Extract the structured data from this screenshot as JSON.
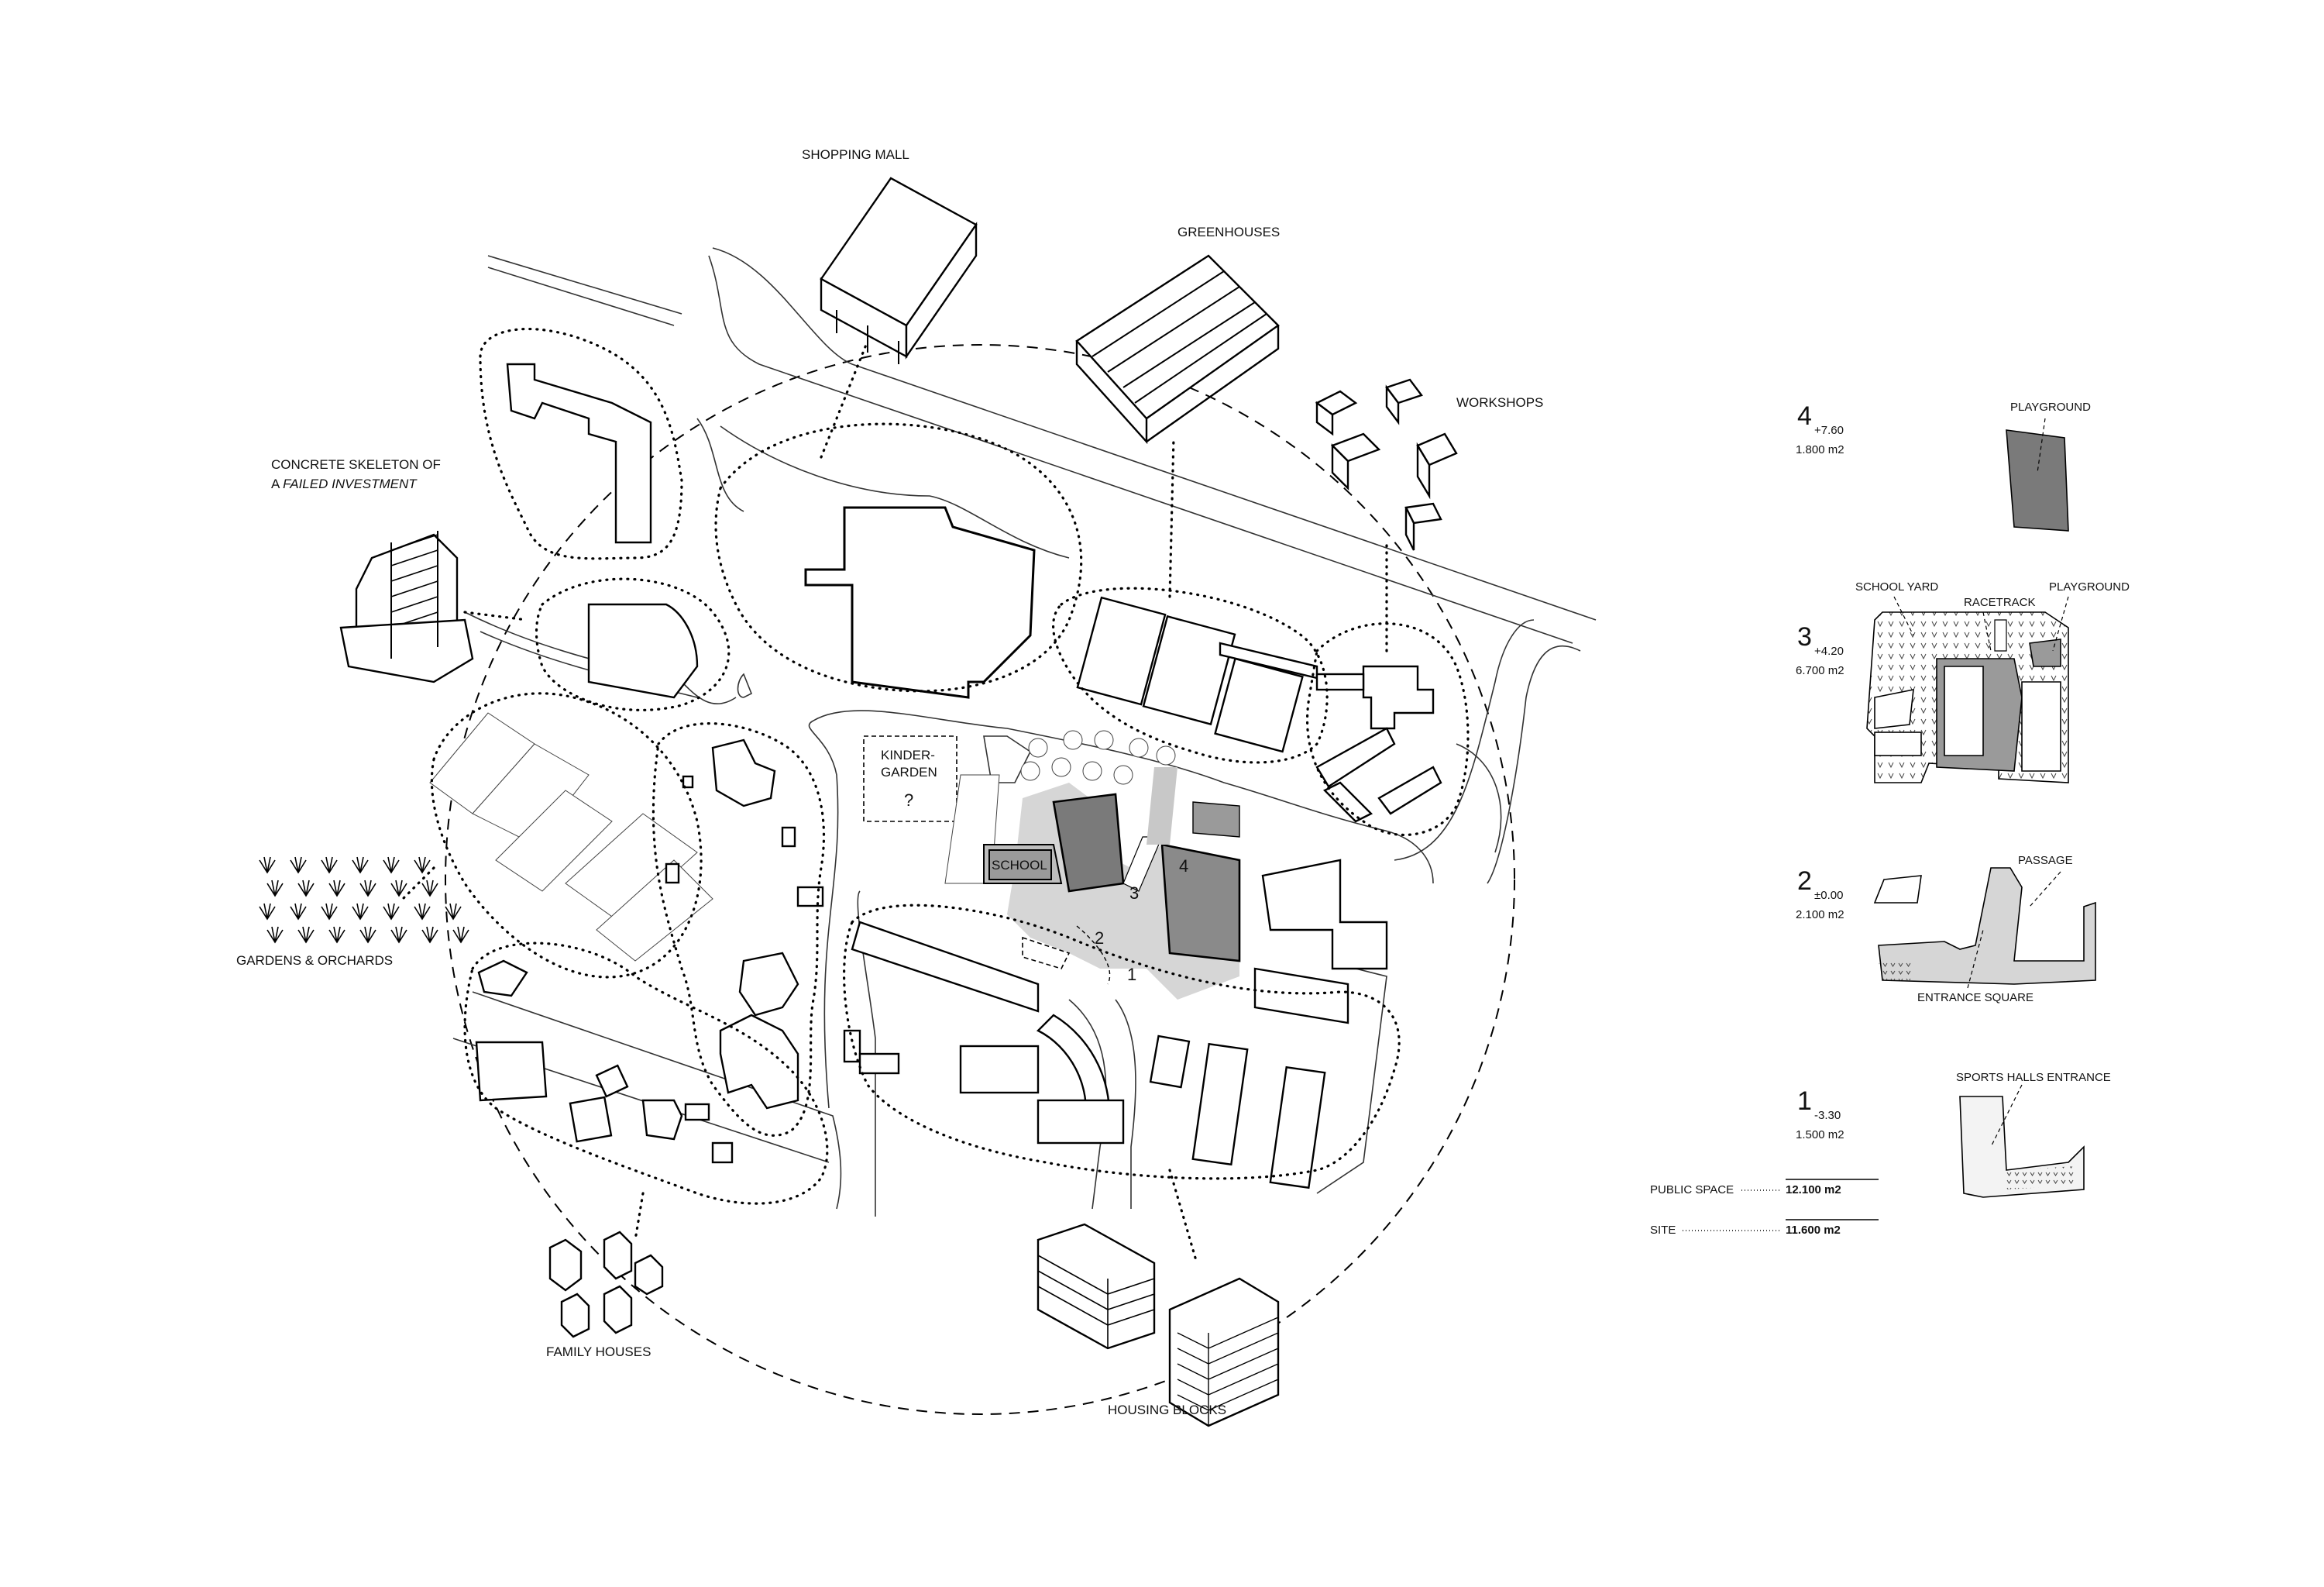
{
  "labels": {
    "shopping_mall": "SHOPPING MALL",
    "greenhouses": "GREENHOUSES",
    "workshops": "WORKSHOPS",
    "concrete_line1": "CONCRETE SKELETON OF",
    "concrete_line2_prefix": "A ",
    "concrete_line2_italic": "FAILED INVESTMENT",
    "gardens": "GARDENS & ORCHARDS",
    "family_houses": "FAMILY HOUSES",
    "housing_blocks": "HOUSING BLOCKS",
    "kindergarden_1": "KINDER-",
    "kindergarden_2": "GARDEN",
    "kindergarden_q": "?",
    "school": "SCHOOL",
    "marker_1": "1",
    "marker_2": "2",
    "marker_3": "3",
    "marker_4": "4"
  },
  "legend": {
    "levels": [
      {
        "number": "4",
        "elevation": "+7.60",
        "area": "1.800 m2",
        "zones": [
          "PLAYGROUND"
        ]
      },
      {
        "number": "3",
        "elevation": "+4.20",
        "area": "6.700 m2",
        "zones": [
          "SCHOOL YARD",
          "RACETRACK",
          "PLAYGROUND"
        ]
      },
      {
        "number": "2",
        "elevation": "±0.00",
        "area": "2.100 m2",
        "zones": [
          "PASSAGE",
          "ENTRANCE SQUARE"
        ]
      },
      {
        "number": "1",
        "elevation": "-3.30",
        "area": "1.500 m2",
        "zones": [
          "SPORTS HALLS ENTRANCE"
        ]
      }
    ],
    "summary": {
      "public_space_label": "PUBLIC SPACE",
      "public_space_value": "12.100 m2",
      "site_label": "SITE",
      "site_value": "11.600 m2"
    }
  },
  "colors": {
    "ink": "#000000",
    "dark_fill": "#7a7a7a",
    "mid_fill": "#9a9a9a",
    "light_fill": "#d6d6d6"
  }
}
